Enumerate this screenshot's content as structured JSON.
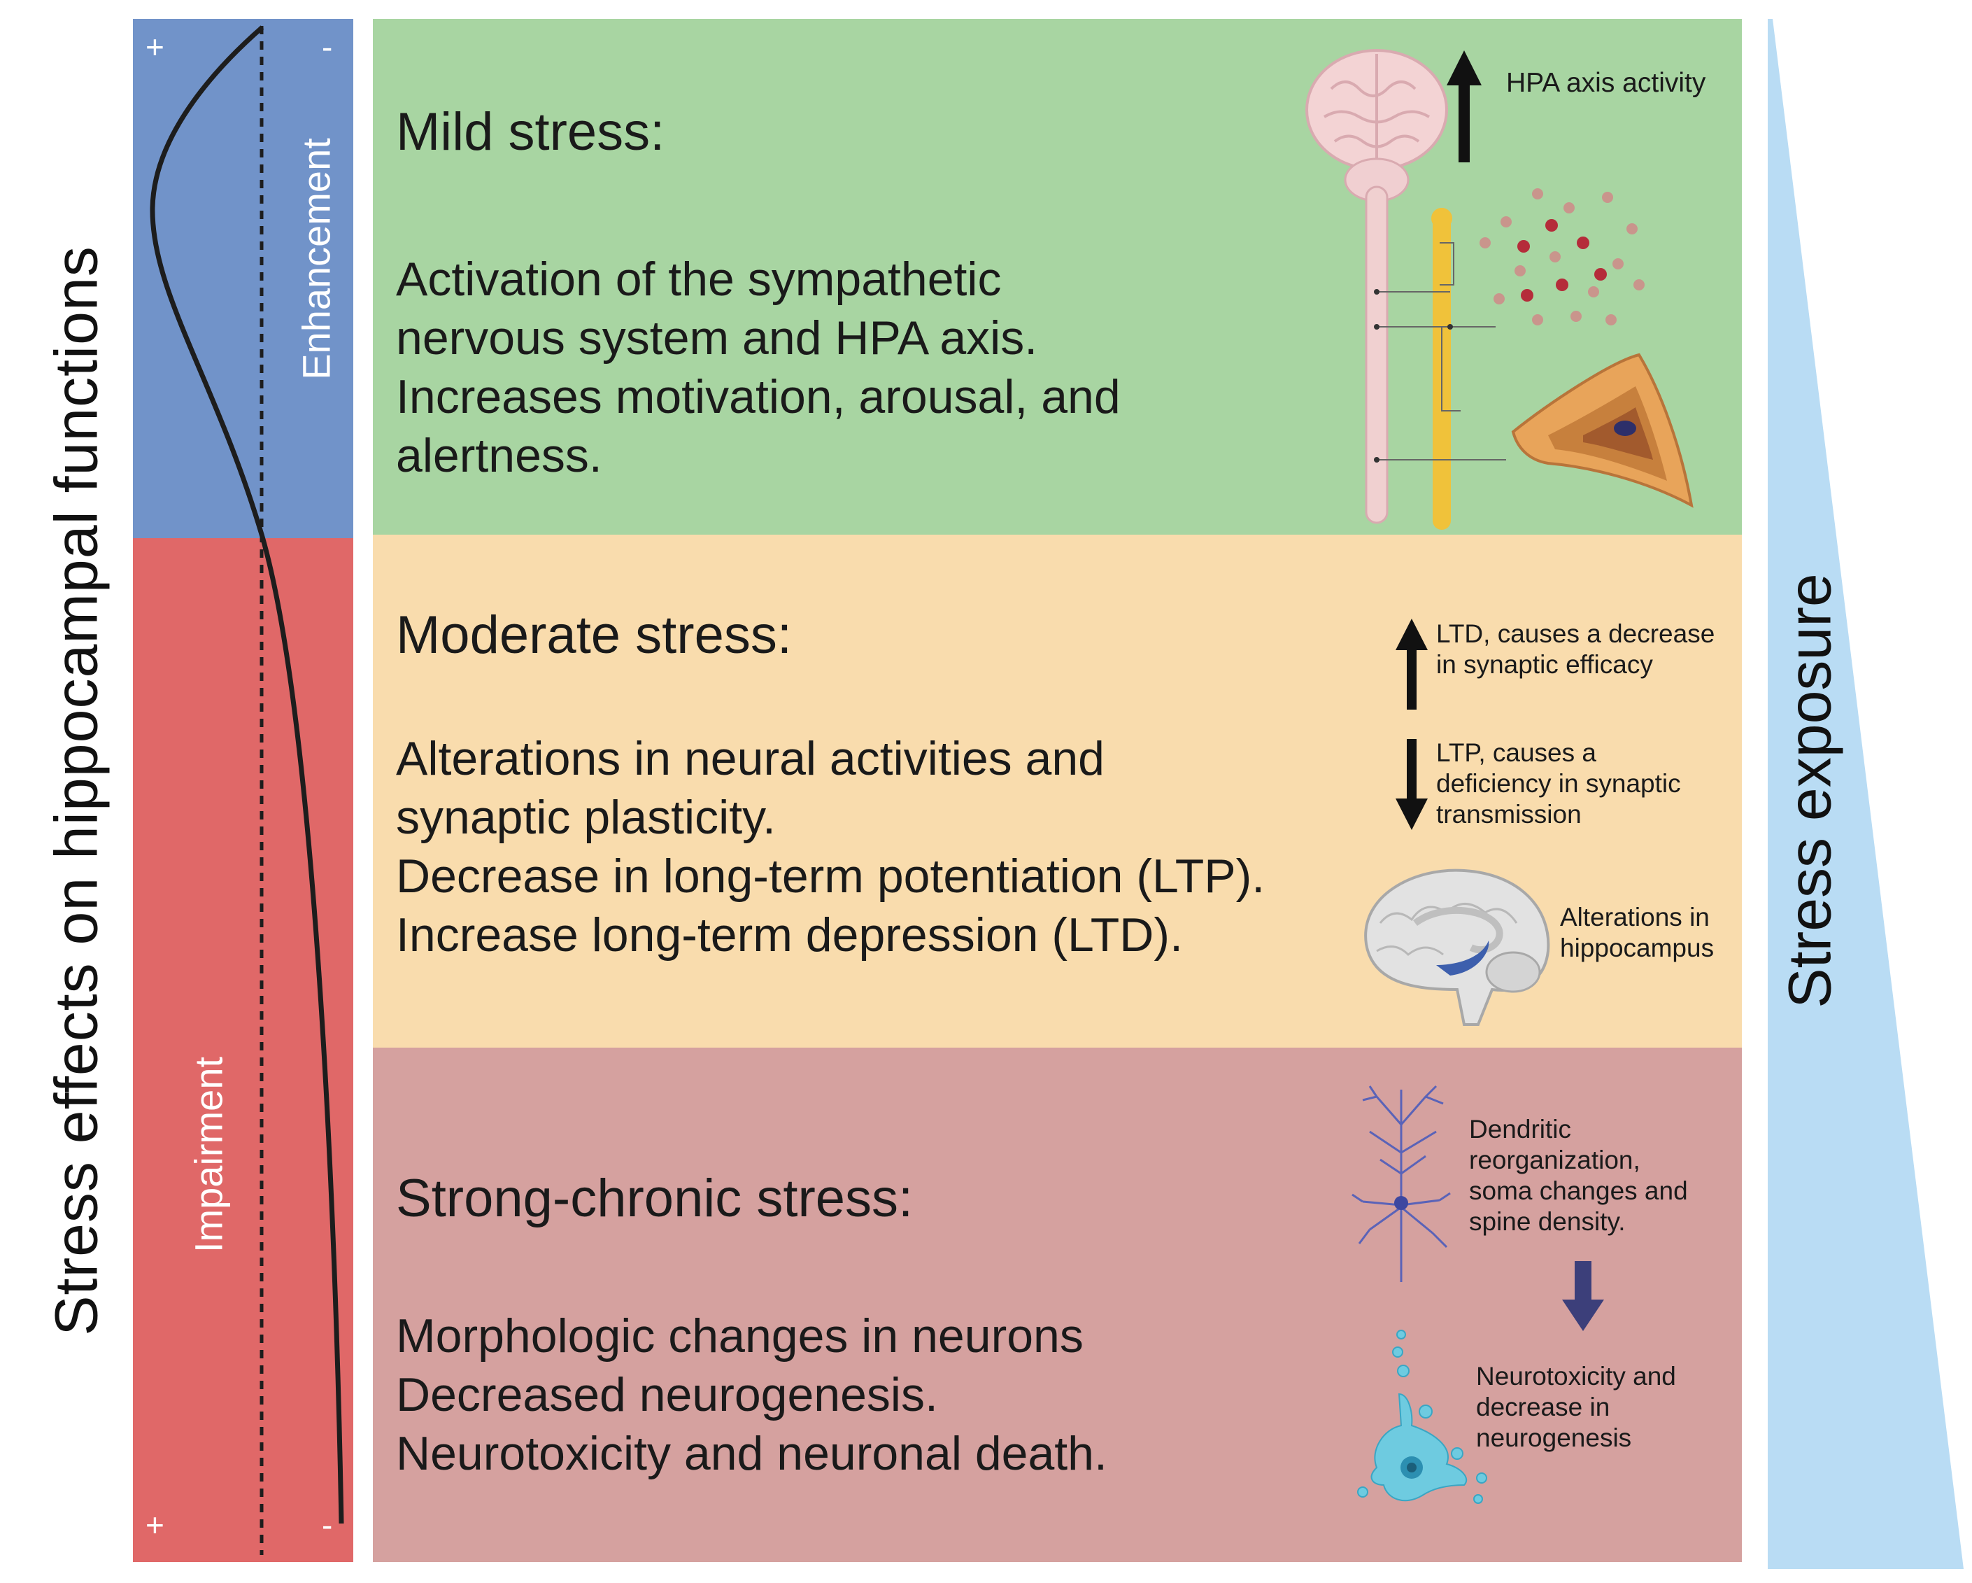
{
  "y_axis_title": "Stress effects on hippocampal functions",
  "gauge": {
    "top_left_sign": "+",
    "top_right_sign": "-",
    "bottom_left_sign": "+",
    "bottom_right_sign": "-",
    "enhancement_label": "Enhancement",
    "impairment_label": "Impairment"
  },
  "panels": {
    "mild": {
      "heading": "Mild stress:",
      "lines": [
        "Activation of the sympathetic",
        "nervous system and HPA axis.",
        "Increases motivation, arousal, and",
        "alertness."
      ],
      "annotation": "HPA axis activity"
    },
    "moderate": {
      "heading": "Moderate stress:",
      "lines": [
        "Alterations in neural activities and",
        "synaptic plasticity.",
        "Decrease in long-term potentiation (LTP).",
        "Increase long-term depression (LTD)."
      ],
      "ltd_note": [
        "LTD, causes a decrease",
        "in synaptic efficacy"
      ],
      "ltp_note": [
        "LTP, causes a",
        "deficiency in synaptic",
        "transmission"
      ],
      "hippocampus_note": [
        "Alterations in",
        "hippocampus"
      ]
    },
    "strong": {
      "heading": "Strong-chronic stress:",
      "lines": [
        "Morphologic changes in neurons",
        "Decreased neurogenesis.",
        "Neurotoxicity and neuronal death."
      ],
      "dendritic_note": [
        "Dendritic",
        "reorganization,",
        "soma changes and",
        "spine density."
      ],
      "neurotox_note": [
        "Neurotoxicity and",
        "decrease in",
        "neurogenesis"
      ]
    }
  },
  "x_axis_title": "Stress exposure",
  "colors": {
    "enhancement": "#7193c9",
    "impairment": "#e06868",
    "mild_panel": "#a8d5a2",
    "moderate_panel": "#f9dcad",
    "strong_panel": "#d5a19f",
    "exposure_wedge": "#b9dcf4"
  }
}
